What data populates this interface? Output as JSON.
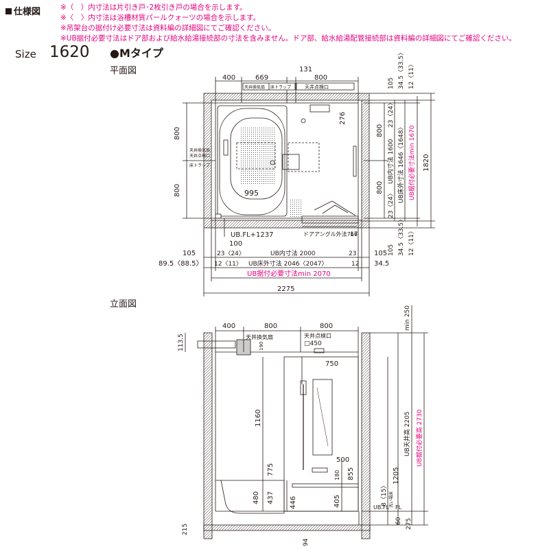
{
  "header": {
    "title": "仕様図",
    "notes": [
      "※（　）内寸法は片引き戸･2枚引き戸の場合を示します。",
      "※〈　〉内寸法は浴槽材質パールクォーツの場合を示します。",
      "※吊架台の据付け必要寸法は資料編の詳細図にてご確認ください。",
      "※UB据付必要寸法はドア部および給水給湯接続部の寸法を含みません。ドア部、給水給湯配管接続部は資料編の詳細図にてご確認ください。"
    ]
  },
  "size": {
    "label": "Size",
    "value": "1620"
  },
  "type_label": "●Mタイプ",
  "plan": {
    "title": "平面図",
    "top_dims": [
      "400",
      "669",
      "131",
      "800"
    ],
    "top_sub": [
      "天井換気扇",
      "床トラップ",
      "天井点検口"
    ],
    "left_dims": [
      "800",
      "800"
    ],
    "left_labels": [
      "天井換気扇",
      "天井点検口",
      "床トラップ"
    ],
    "tub_width": "995",
    "dim_276": "276",
    "right_inner": [
      "800",
      "800"
    ],
    "right_col1": [
      "23〈24〉",
      "UB内寸法 1600",
      "23〈24〉"
    ],
    "right_col2": [
      "UB床外寸法 1646〈1648〉"
    ],
    "right_col3": [
      "UB据付必要寸法min 1670"
    ],
    "right_col4": [
      "1820"
    ],
    "right_top": [
      "105",
      "34.5〈33.5〉",
      "12〈11〉"
    ],
    "right_bottom": [
      "105",
      "34.5〈33.5〉",
      "12〈11〉"
    ],
    "ub_fl": "UB.FL+1237",
    "dim_100": "100",
    "door_angle": "ドアアングル外法766",
    "dim_17": "17",
    "bottom_rows": {
      "r1_left": "105",
      "r1_mid_a": "23〈24〉",
      "r1_mid": "UB内寸法 2000",
      "r1_mid_b": "23",
      "r1_right": "105",
      "r2_left": "89.5〈88.5〉",
      "r2_mid_a": "12〈11〉",
      "r2_mid": "UB床外寸法 2046〈2047〉",
      "r2_mid_b": "12",
      "r2_right": "34.5",
      "r3_mid": "UB据付必要寸法min 2070",
      "r4_mid": "2275"
    }
  },
  "elevation": {
    "title": "立面図",
    "top_dims": [
      "400",
      "800",
      "800"
    ],
    "fan_label": "天井換気扇",
    "hatch_label": "天井点検口",
    "hatch_size": "□450",
    "dim_113_5": "113.5",
    "dim_190": "190",
    "dim_750": "750",
    "dim_1160": "1160",
    "dim_775": "775",
    "dim_480": "480",
    "dim_437": "437",
    "dim_446": "446",
    "dim_500": "500",
    "dim_180": "180",
    "dim_855": "855",
    "dim_405": "405",
    "dim_215": "215",
    "dim_94": "94",
    "right": {
      "min250": "min 250",
      "ceiling": "UB天井高 2205",
      "required": "UB据付必要高 2730",
      "h1205": "1205",
      "h8": "8〈15〉",
      "floor_label": "洗い場床",
      "fl_label": "FL",
      "ubfl": "UB.FL",
      "h60": "60",
      "h275": "275"
    }
  }
}
